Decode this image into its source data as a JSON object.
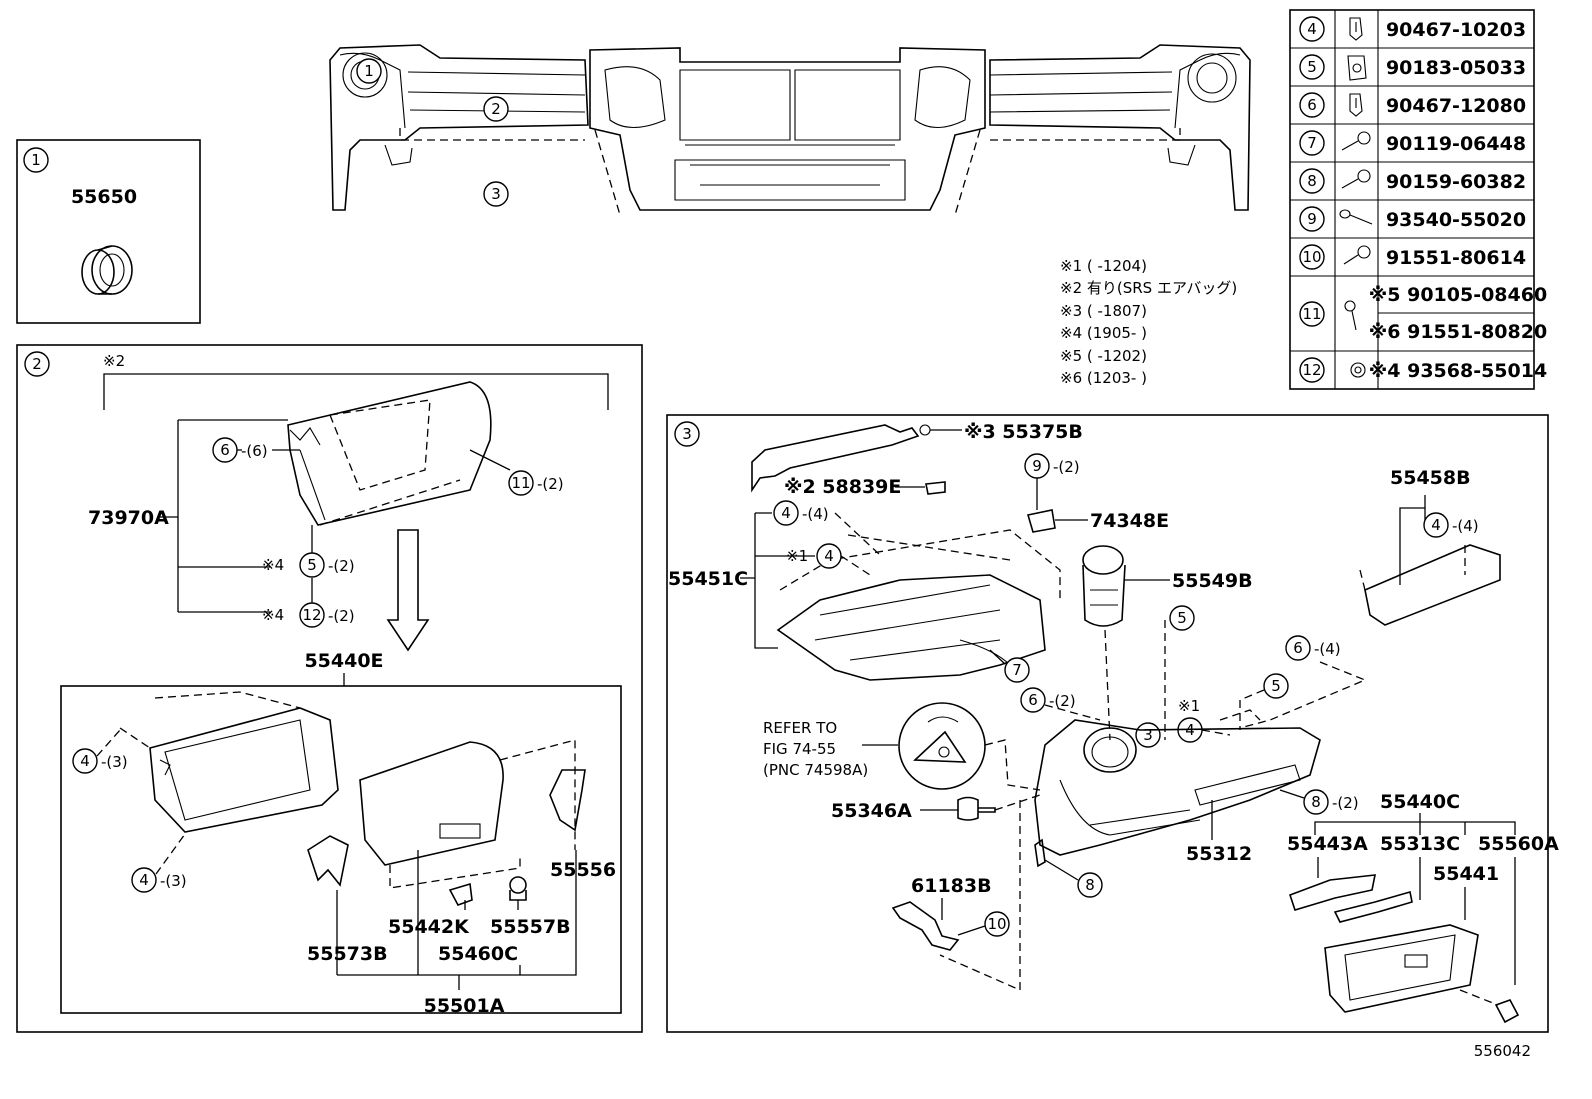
{
  "diagram_id": "556042",
  "top_labels": {
    "c1": "1",
    "c2": "2",
    "c3": "3"
  },
  "box1": {
    "num": "1",
    "part": "55650"
  },
  "box2": {
    "num": "2",
    "note_mark": "※2",
    "parts": {
      "p73970A": "73970A",
      "p55440E": "55440E",
      "p55556": "55556",
      "p55442K": "55442K",
      "p55557B": "55557B",
      "p55573B": "55573B",
      "p55460C": "55460C",
      "p55501A": "55501A"
    },
    "callouts": {
      "c6": "6",
      "q6": "-(6)",
      "c11": "11",
      "q11": "-(2)",
      "m5": "※4",
      "c5": "5",
      "q5": "-(2)",
      "m12": "※4",
      "c12": "12",
      "q12": "-(2)",
      "c4a": "4",
      "q4a": "-(3)",
      "c4b": "4",
      "q4b": "-(3)"
    }
  },
  "box3": {
    "num": "3",
    "parts": {
      "p55375B": "※3 55375B",
      "p58839E": "※2 58839E",
      "p74348E": "74348E",
      "p55458B": "55458B",
      "p55451C": "55451C",
      "p55549B": "55549B",
      "p55346A": "55346A",
      "p55312": "55312",
      "p55440C": "55440C",
      "p55443A": "55443A",
      "p55313C": "55313C",
      "p55560A": "55560A",
      "p55441": "55441",
      "p61183B": "61183B"
    },
    "refer": [
      "REFER TO",
      "FIG 74-55",
      "(PNC 74598A)"
    ],
    "callouts": {
      "c9": "9",
      "q9": "-(2)",
      "c4top": "4",
      "q4top": "-(4)",
      "m4mid": "※1",
      "c4mid": "4",
      "c4r": "4",
      "q4r": "-(4)",
      "c5a": "5",
      "c5b": "5",
      "c6a": "6",
      "q6a": "-(4)",
      "c6b": "6",
      "q6b": "-(2)",
      "c7": "7",
      "c3": "3",
      "m4c": "※1",
      "c4c": "4",
      "c8a": "8",
      "q8a": "-(2)",
      "c8b": "8",
      "c10": "10"
    }
  },
  "notes": [
    "※1 (     -1204)",
    "※2 有り(SRS エアバッグ)",
    "※3 (     -1807)",
    "※4 (1905-     )",
    "※5 (     -1202)",
    "※6 (1203-     )"
  ],
  "fastener_table": [
    {
      "num": "4",
      "icon": "clip-icon",
      "part": "90467-10203"
    },
    {
      "num": "5",
      "icon": "nut-clip-icon",
      "part": "90183-05033"
    },
    {
      "num": "6",
      "icon": "clip-icon",
      "part": "90467-12080"
    },
    {
      "num": "7",
      "icon": "screw-icon",
      "part": "90119-06448"
    },
    {
      "num": "8",
      "icon": "screw-icon",
      "part": "90159-60382"
    },
    {
      "num": "9",
      "icon": "screw-icon",
      "part": "93540-55020"
    },
    {
      "num": "10",
      "icon": "bolt-icon",
      "part": "91551-80614"
    },
    {
      "num": "11",
      "icon": "bolt-icon",
      "part": "※5 90105-08460",
      "part2": "※6 91551-80820"
    },
    {
      "num": "12",
      "icon": "nut-icon",
      "part": "※4 93568-55014"
    }
  ]
}
